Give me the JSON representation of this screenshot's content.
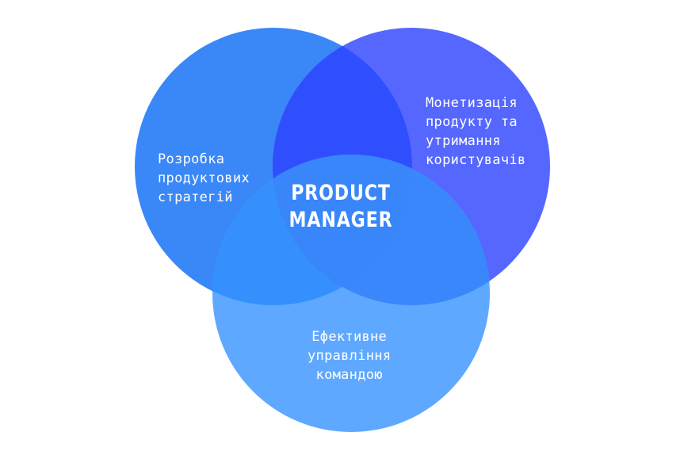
{
  "diagram": {
    "center_title": [
      "PRODUCT",
      "MANAGER"
    ],
    "circles": [
      {
        "label": "Розробка\nпродуктових\nстратегій",
        "color": "#3a87f7"
      },
      {
        "label": "Монетизація\nпродукту та\nутримання\nкористувачів",
        "color": "#5567ff"
      },
      {
        "label": "Ефективне\nуправління\nкомандою",
        "color": "#5fa8ff"
      }
    ],
    "overlap_colors": {
      "left_right": "#2f4fff",
      "left_bottom": "#3590fd",
      "right_bottom": "#3a87fb",
      "all": "#3886fa"
    }
  }
}
